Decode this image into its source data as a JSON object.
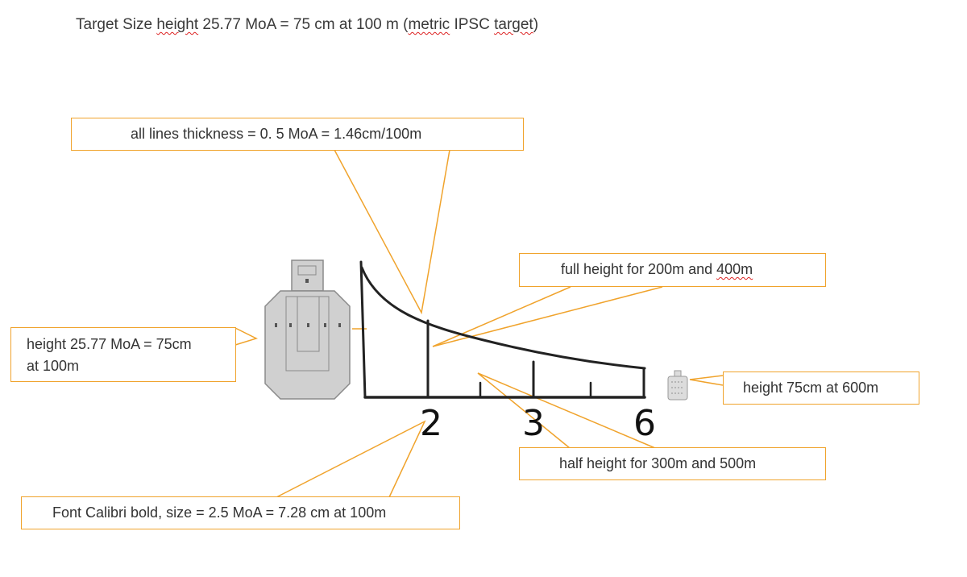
{
  "title": {
    "part1": "Target Size ",
    "part2": "height",
    "part3": " 25.77 MoA = 75 cm at 100 m  (",
    "part4": "metric",
    "part5": " IPSC ",
    "part6": "target",
    "part7": ")"
  },
  "callouts": {
    "lines_thickness": "all lines thickness = 0. 5 MoA = 1.46cm/100m",
    "full_height": {
      "before": "full height for 200m and ",
      "underlined": "400m"
    },
    "target_height": {
      "line1": "height  25.77 MoA = 75cm",
      "line2": "at 100m"
    },
    "far_target": "height 75cm at 600m",
    "half_height": "half height for 300m and 500m",
    "font": "Font Calibri bold, size = 2.5 MoA = 7.28 cm at 100m"
  },
  "scale_labels": [
    "2",
    "3",
    "6"
  ],
  "colors": {
    "callout_border": "#f0a32c",
    "leader_line": "#f0a32c",
    "scale_ink": "#222222",
    "target_fill": "#d0d0d0",
    "target_stroke": "#8a8a8a"
  }
}
